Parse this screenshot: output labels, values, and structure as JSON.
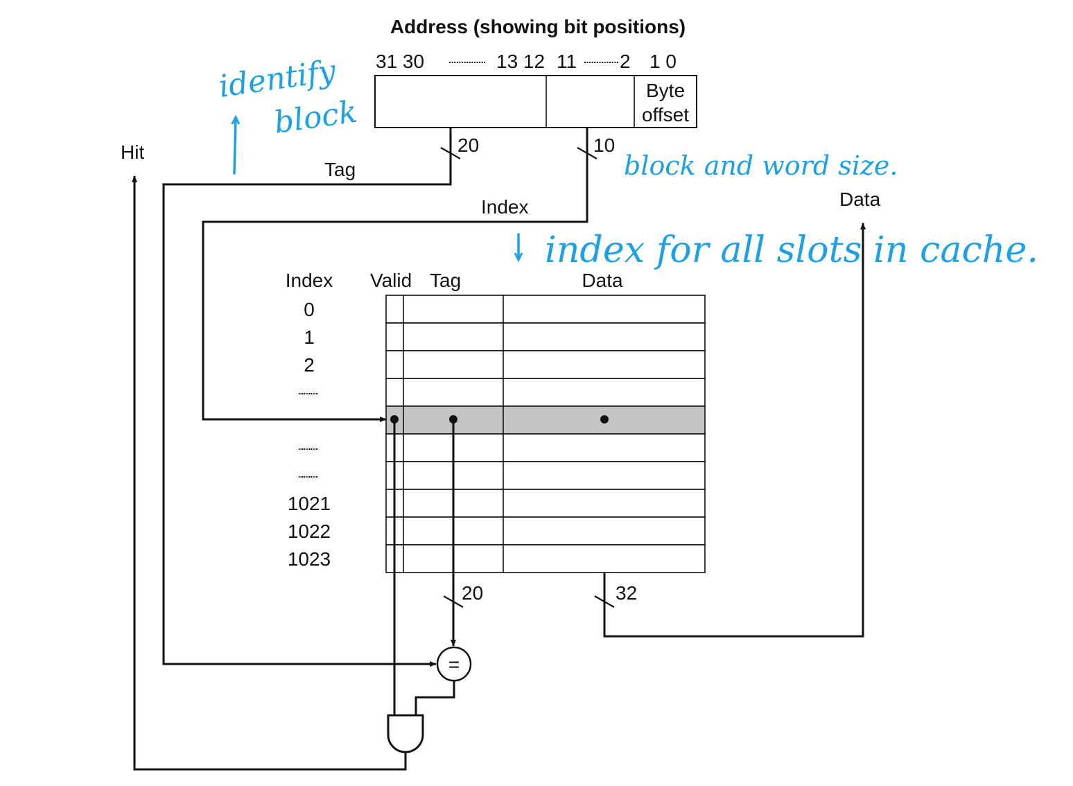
{
  "title": "Address (showing bit positions)",
  "bits": {
    "b31_30": "31 30",
    "b13_12": "13 12",
    "b11": "11",
    "b2": "2",
    "b1_0": "1 0"
  },
  "address_fields": {
    "byte_offset_1": "Byte",
    "byte_offset_2": "offset"
  },
  "widths": {
    "tag": "20",
    "index": "10",
    "cache_tag": "20",
    "data": "32"
  },
  "labels": {
    "hit": "Hit",
    "tag": "Tag",
    "index": "Index",
    "data_out": "Data",
    "equals": "="
  },
  "table": {
    "headers": {
      "index": "Index",
      "valid": "Valid",
      "tag": "Tag",
      "data": "Data"
    },
    "rows": [
      "0",
      "1",
      "2",
      "",
      "",
      "",
      "",
      "1021",
      "1022",
      "1023"
    ]
  },
  "annotations": {
    "identify_block_1": "identify",
    "identify_block_2": "block",
    "block_word_size": "block and word size.",
    "index_slots": "index for all slots in cache."
  },
  "colors": {
    "annotation": "#1ea0e6",
    "highlight_row": "#c4c4c4"
  }
}
